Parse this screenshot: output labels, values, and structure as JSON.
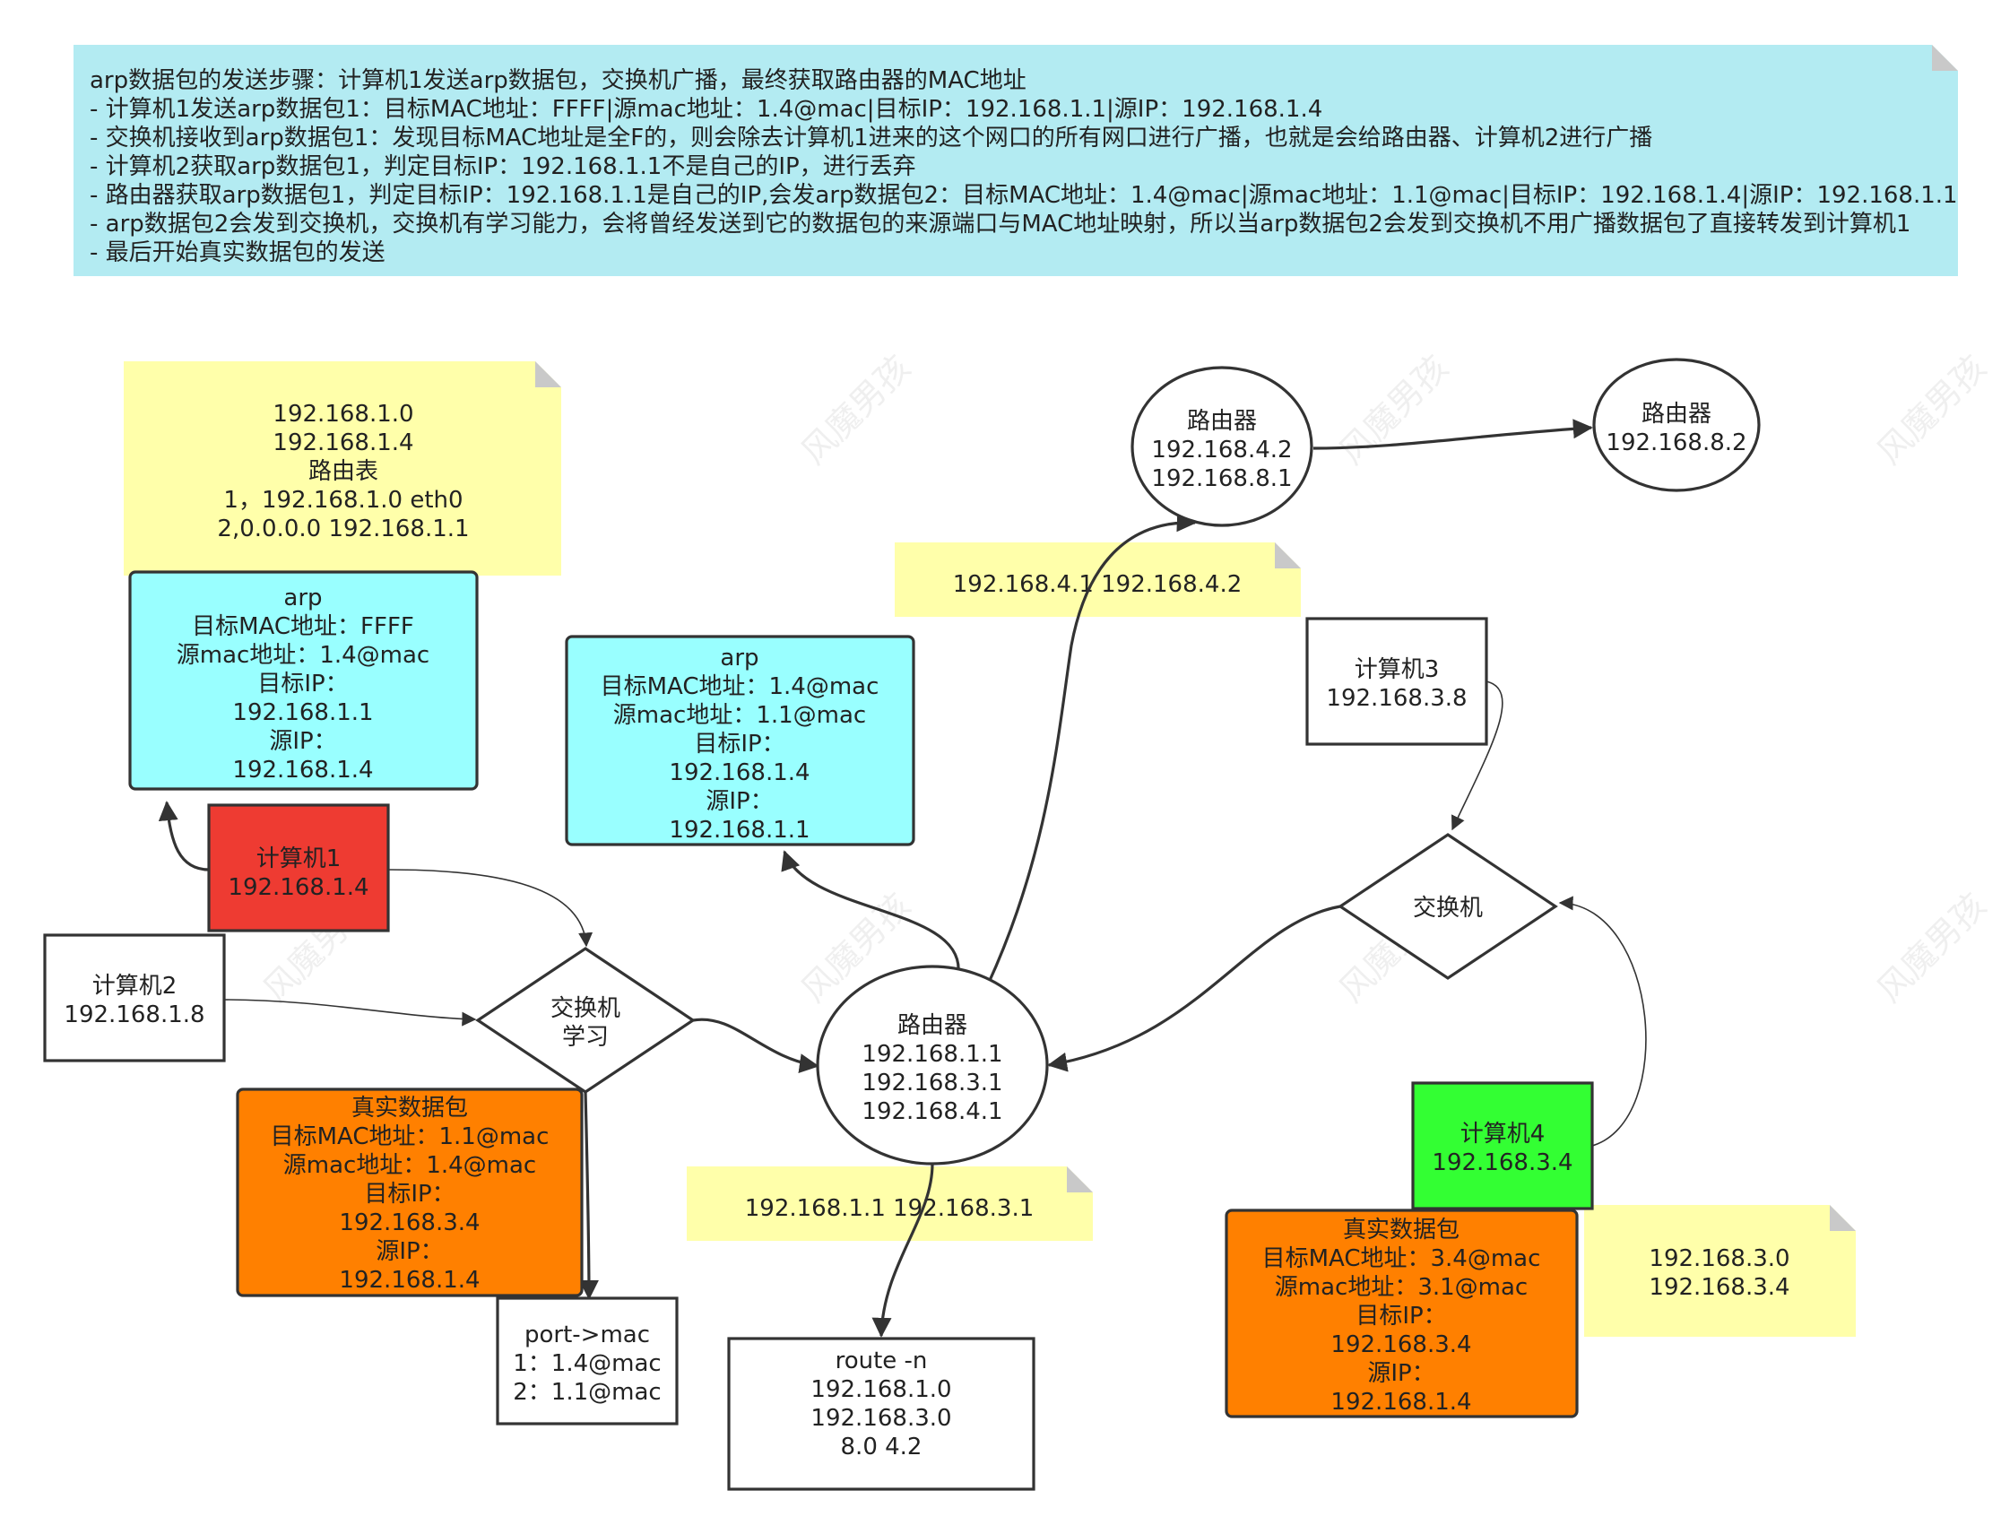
{
  "colors": {
    "note_blue": "#b3ebf2",
    "note_yellow": "#ffffaa",
    "arp_cyan": "#99ffff",
    "pc1_red": "#ee3b32",
    "pc4_green": "#33ff33",
    "packet_orange": "#ff8000",
    "edge": "#333333"
  },
  "top_note": {
    "lines": [
      "arp数据包的发送步骤：计算机1发送arp数据包，交换机广播，最终获取路由器的MAC地址",
      "- 计算机1发送arp数据包1：目标MAC地址：FFFF|源mac地址：1.4@mac|目标IP：192.168.1.1|源IP：192.168.1.4",
      "- 交换机接收到arp数据包1：发现目标MAC地址是全F的，则会除去计算机1进来的这个网口的所有网口进行广播，也就是会给路由器、计算机2进行广播",
      "- 计算机2获取arp数据包1，判定目标IP：192.168.1.1不是自己的IP，进行丢弃",
      "- 路由器获取arp数据包1，判定目标IP：192.168.1.1是自己的IP,会发arp数据包2：目标MAC地址：1.4@mac|源mac地址：1.1@mac|目标IP：192.168.1.4|源IP：192.168.1.1",
      "- arp数据包2会发到交换机，交换机有学习能力，会将曾经发送到它的数据包的来源端口与MAC地址映射，所以当arp数据包2会发到交换机不用广播数据包了直接转发到计算机1",
      "- 最后开始真实数据包的发送"
    ]
  },
  "nodes": {
    "route_table_note": {
      "lines": [
        "192.168.1.0",
        "192.168.1.4",
        "路由表",
        "1，192.168.1.0  eth0",
        "2,0.0.0.0  192.168.1.1"
      ]
    },
    "arp1": {
      "lines": [
        "arp",
        "目标MAC地址：FFFF",
        "源mac地址：1.4@mac",
        "目标IP：",
        "192.168.1.1",
        "源IP：",
        "192.168.1.4"
      ]
    },
    "pc1": {
      "lines": [
        "计算机1",
        "192.168.1.4"
      ]
    },
    "pc2": {
      "lines": [
        "计算机2",
        "192.168.1.8"
      ]
    },
    "switch_learn": {
      "lines": [
        "交换机",
        "学习"
      ]
    },
    "real_packet1": {
      "lines": [
        "真实数据包",
        "目标MAC地址：1.1@mac",
        "源mac地址：1.4@mac",
        "目标IP：",
        "192.168.3.4",
        "源IP：",
        "192.168.1.4"
      ]
    },
    "port_mac": {
      "lines": [
        "port->mac",
        "1：1.4@mac",
        "2：1.1@mac"
      ]
    },
    "arp2": {
      "lines": [
        "arp",
        "目标MAC地址：1.4@mac",
        "源mac地址：1.1@mac",
        "目标IP：",
        "192.168.1.4",
        "源IP：",
        "192.168.1.1"
      ]
    },
    "router_main": {
      "lines": [
        "路由器",
        "192.168.1.1",
        "192.168.3.1",
        "192.168.4.1"
      ]
    },
    "note_41_42": {
      "lines": [
        "192.168.4.1    192.168.4.2"
      ]
    },
    "note_11_31": {
      "lines": [
        "192.168.1.1    192.168.3.1"
      ]
    },
    "route_n": {
      "lines": [
        "route -n",
        "192.168.1.0",
        "192.168.3.0",
        "8.0  4.2"
      ]
    },
    "router2": {
      "lines": [
        "路由器",
        "192.168.4.2",
        "192.168.8.1"
      ]
    },
    "router3": {
      "lines": [
        "路由器",
        "192.168.8.2"
      ]
    },
    "pc3": {
      "lines": [
        "计算机3",
        "192.168.3.8"
      ]
    },
    "switch2": {
      "lines": [
        "交换机"
      ]
    },
    "pc4": {
      "lines": [
        "计算机4",
        "192.168.3.4"
      ]
    },
    "real_packet2": {
      "lines": [
        "真实数据包",
        "目标MAC地址：3.4@mac",
        "源mac地址：3.1@mac",
        "目标IP：",
        "192.168.3.4",
        "源IP：",
        "192.168.1.4"
      ]
    },
    "note_30_34": {
      "lines": [
        "192.168.3.0",
        "192.168.3.4"
      ]
    }
  },
  "watermark": "风魔男孩"
}
